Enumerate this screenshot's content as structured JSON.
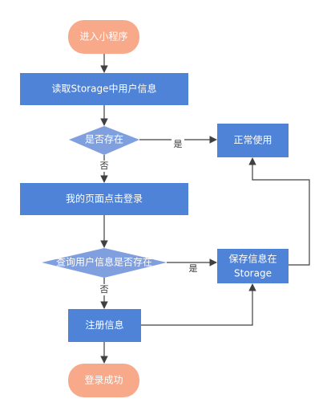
{
  "colors": {
    "terminal_fill": "#f8a98a",
    "process_fill": "#4f83d8",
    "decision_fill": "#7f9fdf",
    "line": "#404040"
  },
  "nodes": {
    "start": "进入小程序",
    "read_storage": "读取Storage中用户信息",
    "exists_check": "是否存在",
    "normal_use": "正常使用",
    "click_login": "我的页面点击登录",
    "query_exists": "查询用户信息是否存在",
    "save_line1": "保存信息在",
    "save_line2": "Storage",
    "register": "注册信息",
    "success": "登录成功"
  },
  "edge_labels": {
    "exists_yes": "是",
    "exists_no": "否",
    "query_yes": "是",
    "query_no": "否"
  }
}
